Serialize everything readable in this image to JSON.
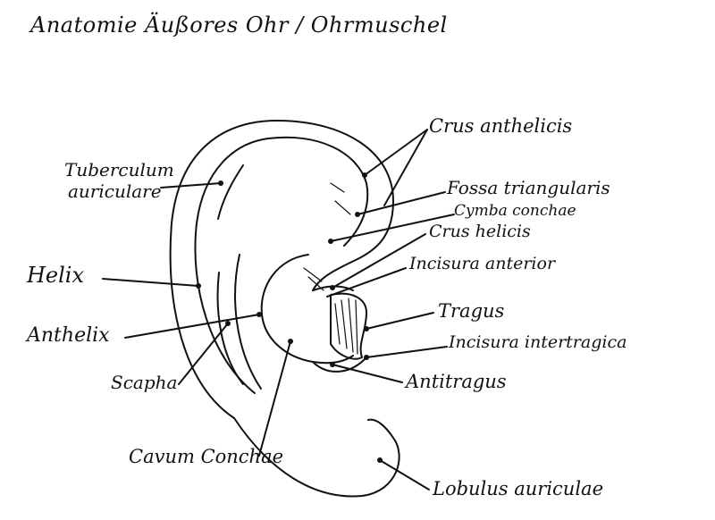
{
  "title": "Anatomie Äußores Ohr / Ohrmuschel",
  "labels": {
    "crus_anthelicis": "Crus anthelicis",
    "fossa_triangularis": "Fossa triangularis",
    "cymba_conchae": "Cymba conchae",
    "crus_helicis": "Crus helicis",
    "incisura_anterior": "Incisura anterior",
    "tragus": "Tragus",
    "incisura_intertragica": "Incisura intertragica",
    "antitragus": "Antitragus",
    "lobulus_auriculae": "Lobulus auriculae",
    "cavum_conchae": "Cavum Conchae",
    "scapha": "Scapha",
    "anthelix": "Anthelix",
    "helix": "Helix",
    "tuberculum_line1": "Tuberculum",
    "tuberculum_line2": "auriculare"
  }
}
